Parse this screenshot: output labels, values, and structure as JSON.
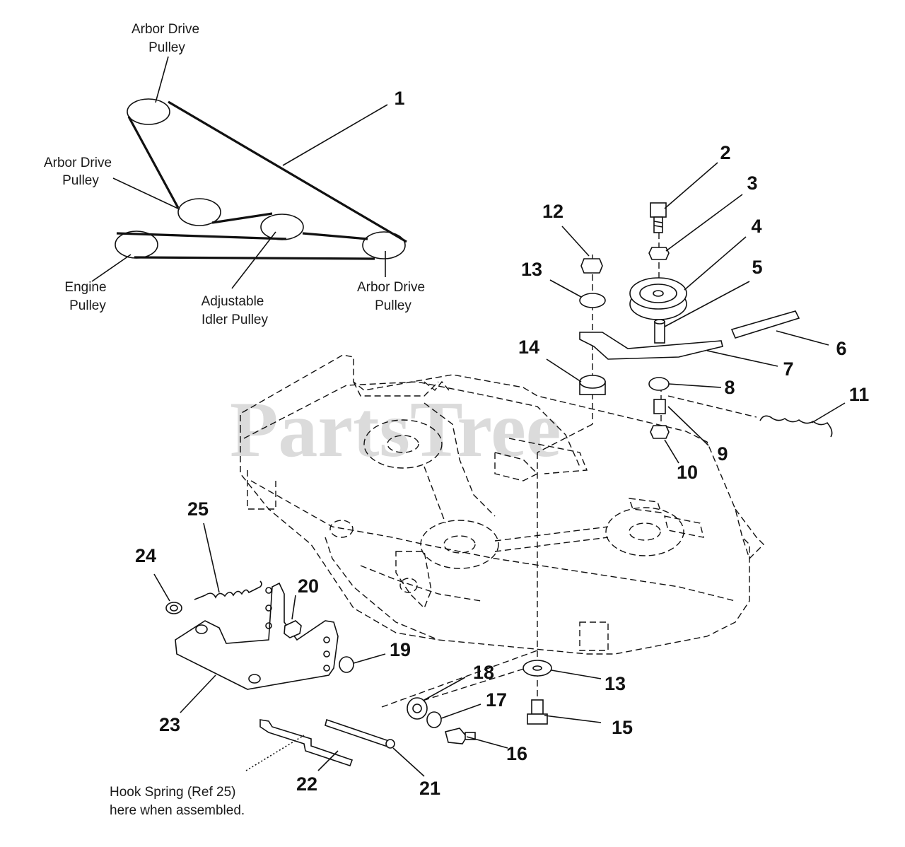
{
  "watermark": "PartsTree",
  "pulley_labels": [
    {
      "line1": "Arbor Drive",
      "line2": "Pulley"
    },
    {
      "line1": "Arbor Drive",
      "line2": "Pulley"
    },
    {
      "line1": "Engine",
      "line2": "Pulley"
    },
    {
      "line1": "Adjustable",
      "line2": "Idler Pulley"
    },
    {
      "line1": "Arbor Drive",
      "line2": "Pulley"
    }
  ],
  "callouts": [
    "1",
    "2",
    "3",
    "4",
    "5",
    "6",
    "7",
    "8",
    "9",
    "10",
    "11",
    "12",
    "13",
    "13",
    "14",
    "15",
    "16",
    "17",
    "18",
    "19",
    "20",
    "21",
    "22",
    "23",
    "24",
    "25"
  ],
  "note": {
    "line1": "Hook Spring (Ref 25)",
    "line2": "here when assembled."
  }
}
